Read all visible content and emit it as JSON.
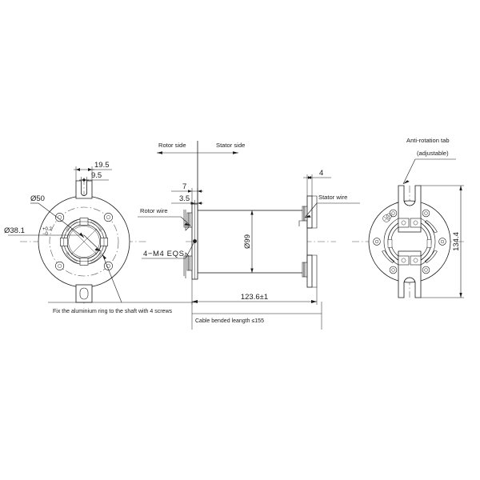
{
  "drawing": {
    "type": "engineering-dimensional-drawing",
    "subject": "through-bore slip ring",
    "background_color": "#ffffff",
    "line_color": "#1a1a1a",
    "views": [
      {
        "id": "left-view",
        "name": "rotor end face view"
      },
      {
        "id": "center-view",
        "name": "side section view"
      },
      {
        "id": "right-view",
        "name": "stator end face view"
      }
    ]
  },
  "left_view": {
    "dim_19_5": "19.5",
    "dim_9_5": "9.5",
    "dia_50": "Ø50",
    "dia_38_1": "Ø38.1",
    "tol_upper": "+0.2",
    "tol_lower": "−0",
    "note_screws": "Fix the aluminium ring to the shaft with 4 screws"
  },
  "center_view": {
    "rotor_side": "Rotor side",
    "stator_side": "Stator side",
    "dim_7": "7",
    "dim_3_5": "3.5",
    "dim_4": "4",
    "rotor_wire": "Rotor wire",
    "stator_wire": "Stator wire",
    "thread_note": "4−M4 EQS",
    "dia_99": "Ø99",
    "dim_123_6": "123.6±1",
    "cable_note": "Cable bended leangth ≤155"
  },
  "right_view": {
    "anti_rotation_tab": "Anti-rotation tab",
    "adjustable": "(adjustable)",
    "dim_134_4": "134.4"
  }
}
